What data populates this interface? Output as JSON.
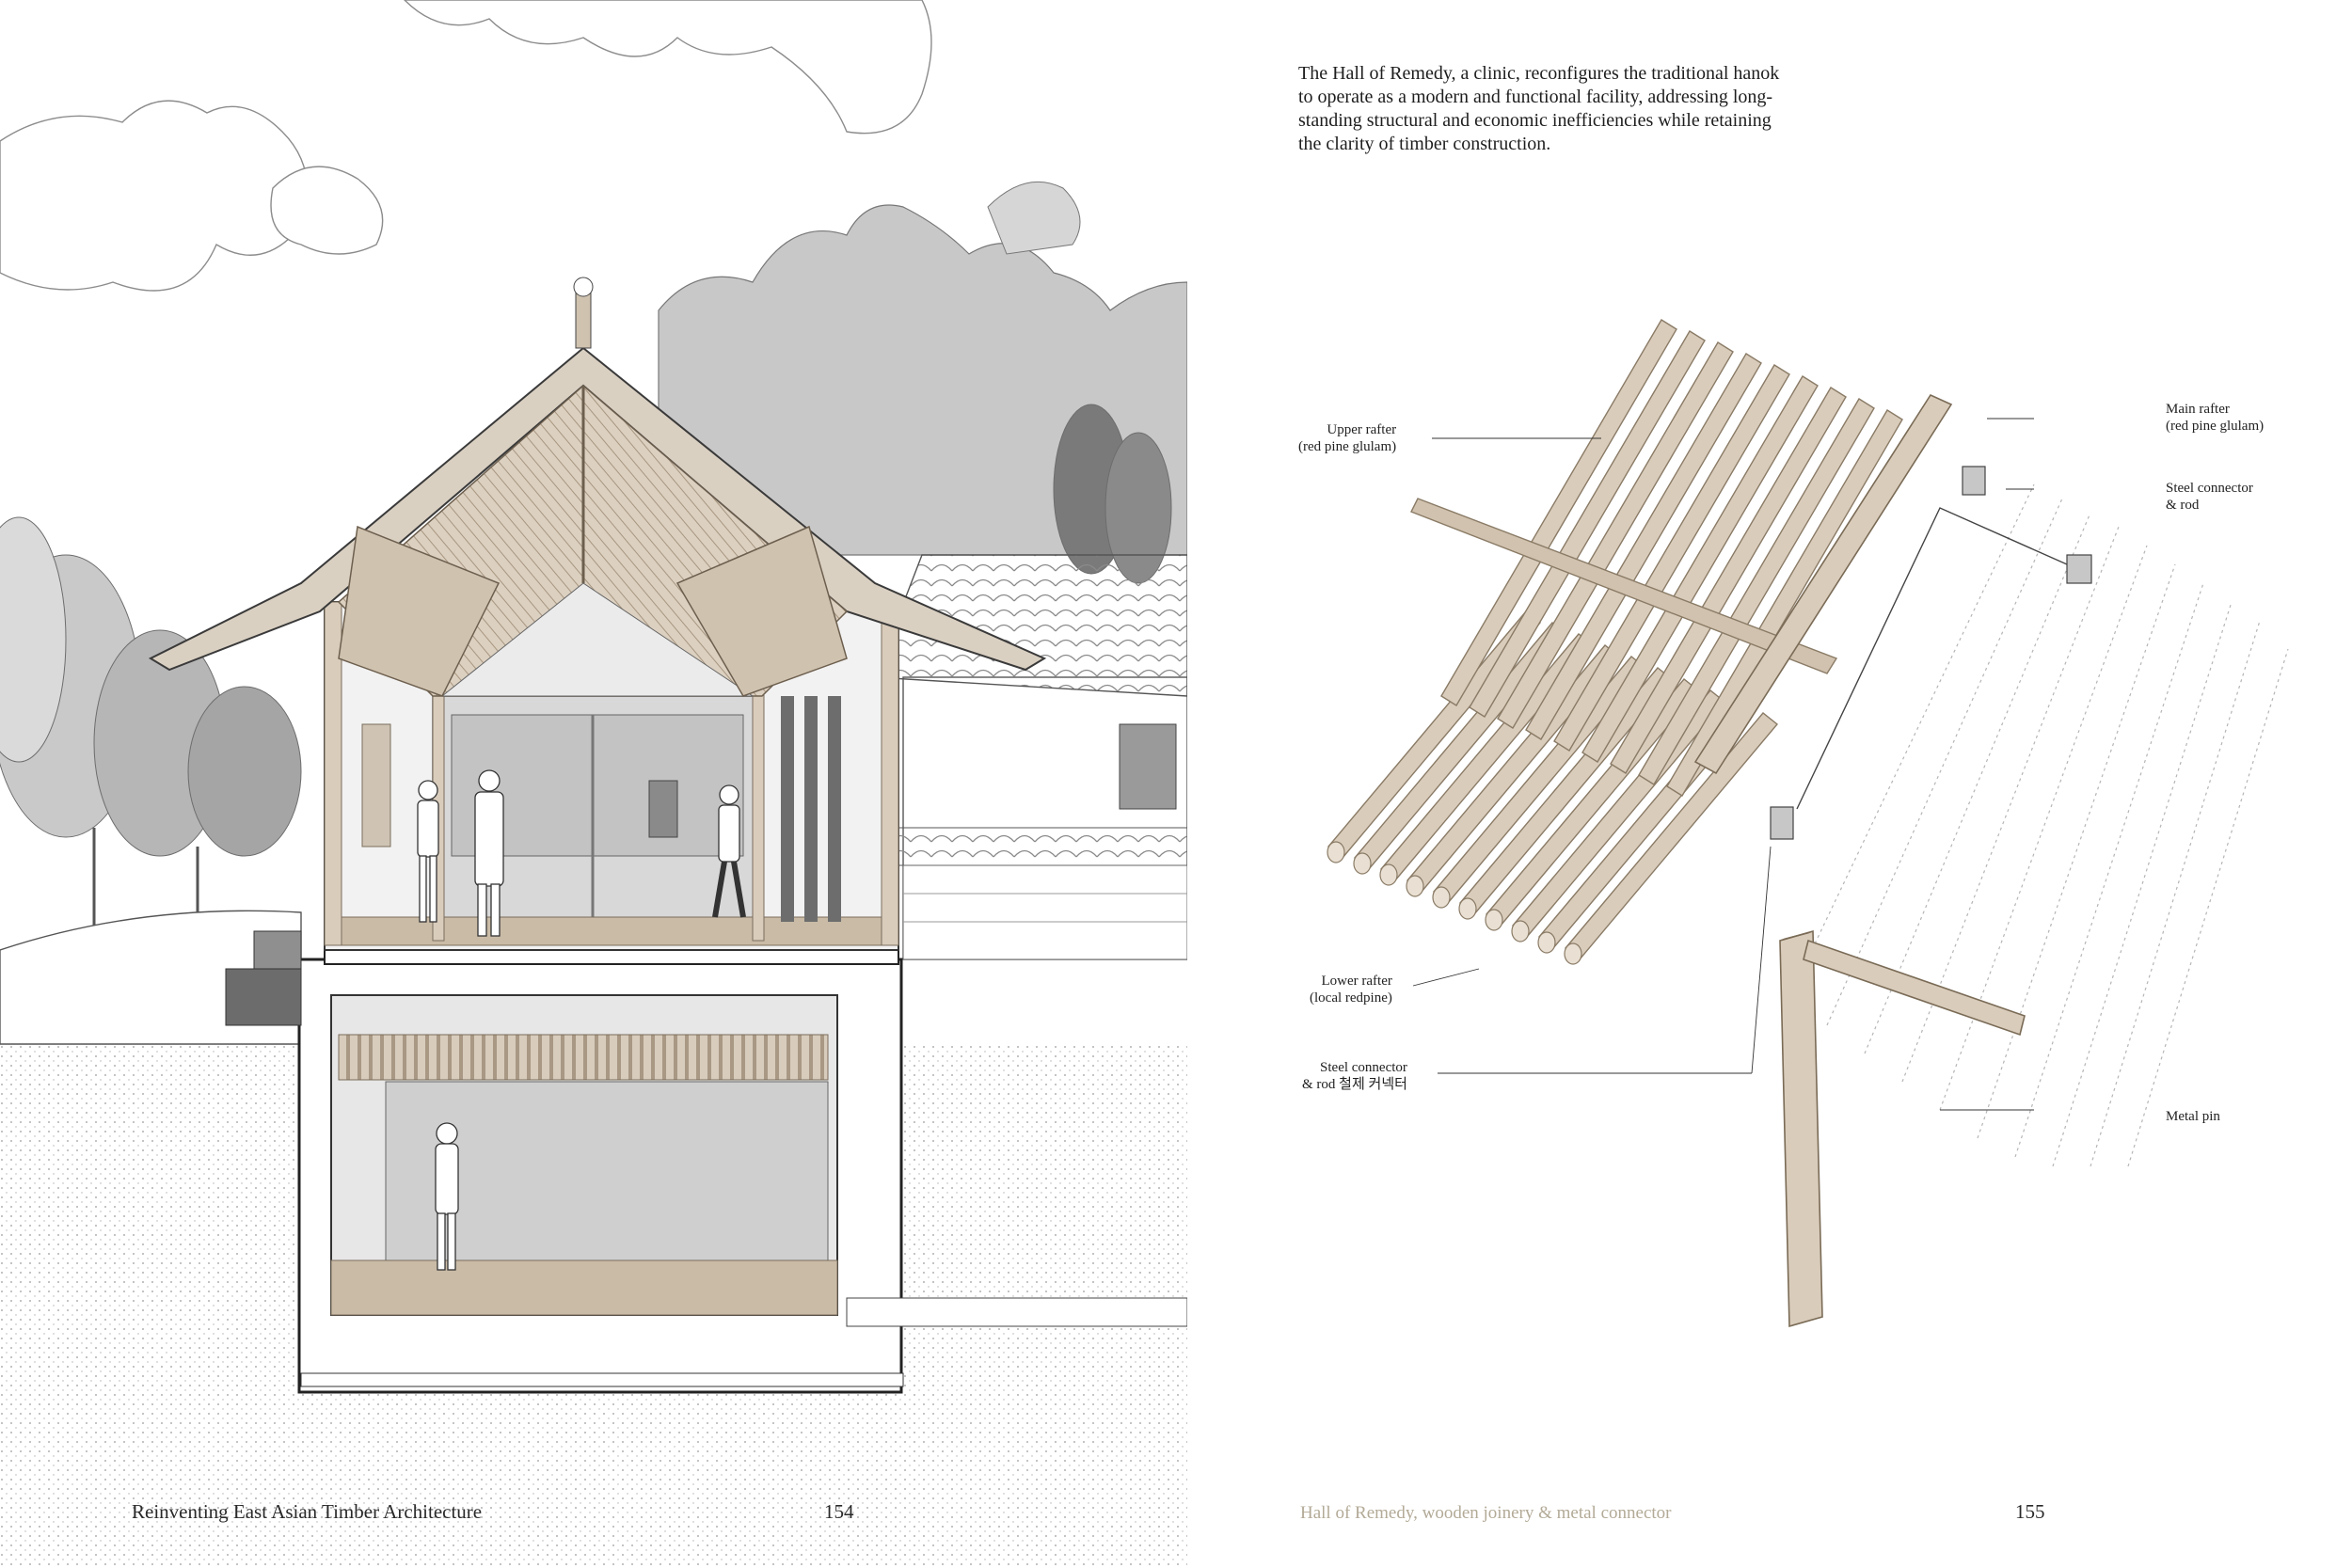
{
  "left_page": {
    "footer_title": "Reinventing East Asian Timber Architecture",
    "page_number": "154"
  },
  "right_page": {
    "intro": "The Hall of Remedy, a clinic, reconfigures the traditional hanok to operate as a modern and functional facility, addressing long-standing structural and economic inefficiencies while retaining the clarity of timber construction.",
    "labels": {
      "upper_rafter": {
        "line1": "Upper rafter",
        "line2": "(red pine glulam)"
      },
      "lower_rafter": {
        "line1": "Lower rafter",
        "line2": "(local redpine)"
      },
      "steel_connector_left": {
        "line1": "Steel connector",
        "line2": "& rod 철제 커넥터"
      },
      "main_rafter": {
        "line1": "Main rafter",
        "line2": "(red pine glulam)"
      },
      "steel_connector_right": {
        "line1": "Steel connector",
        "line2": "& rod"
      },
      "metal_pin": "Metal pin"
    },
    "footer_caption": "Hall of Remedy, wooden joinery & metal connector",
    "page_number": "155"
  },
  "colors": {
    "timber": "#d9ccbb",
    "timber_dark": "#b7a893",
    "sky_gray": "#c9c9c9",
    "tree_gray": "#8f8f8f",
    "caption_tan": "#b3aa97"
  }
}
